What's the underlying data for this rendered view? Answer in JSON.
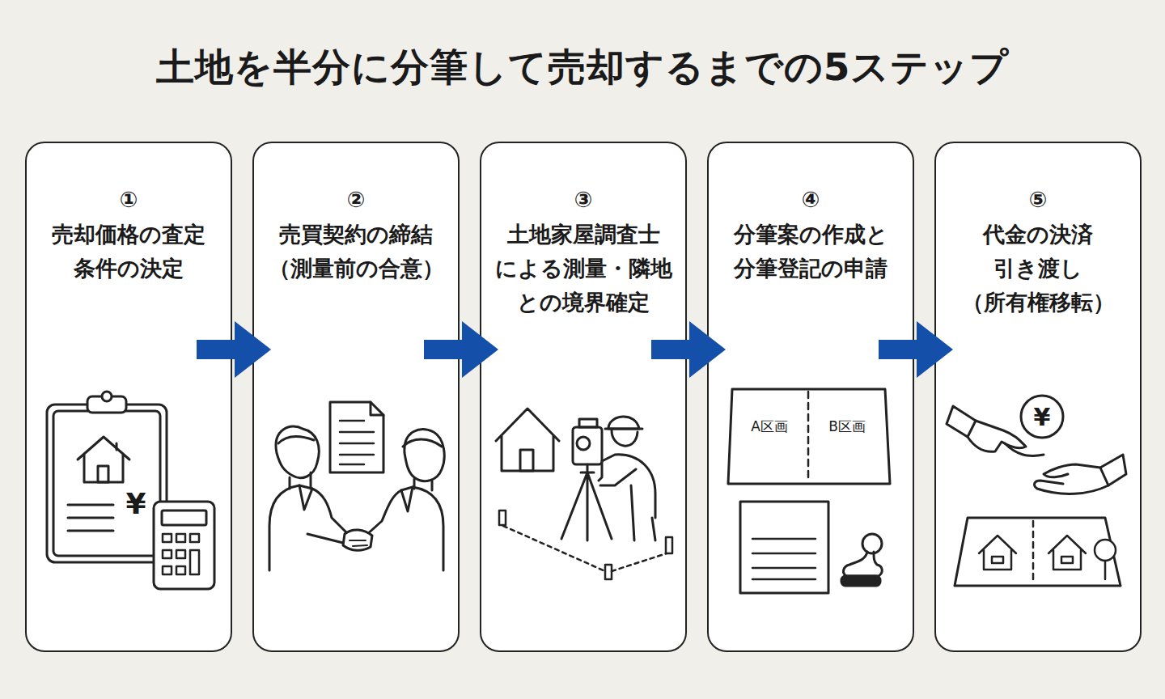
{
  "diagram": {
    "title": "土地を半分に分筆して売却するまでの5ステップ",
    "nodes": [
      {
        "text": [
          "①",
          "売却価格の査定 条件の決定"
        ]
      },
      {
        "text": [
          "②",
          "売買契約の締結 （測量前の合意）"
        ]
      },
      {
        "text": [
          "③",
          "土地家屋調査士 による測量・隣地 との境界確定"
        ]
      },
      {
        "text": [
          "④",
          "分筆案の作成と 分筆登記の申請"
        ]
      },
      {
        "text": [
          "⑤",
          "代金の決済 引き渡し （所有権移転）"
        ]
      }
    ],
    "edges": [
      {
        "from": 0,
        "to": 1,
        "arrow": "to"
      },
      {
        "from": 1,
        "to": 2,
        "arrow": "to"
      },
      {
        "from": 2,
        "to": 3,
        "arrow": "to"
      },
      {
        "from": 3,
        "to": 4,
        "arrow": "to"
      }
    ],
    "labels": [
      "¥",
      "A区画",
      "B区画",
      "¥"
    ]
  }
}
